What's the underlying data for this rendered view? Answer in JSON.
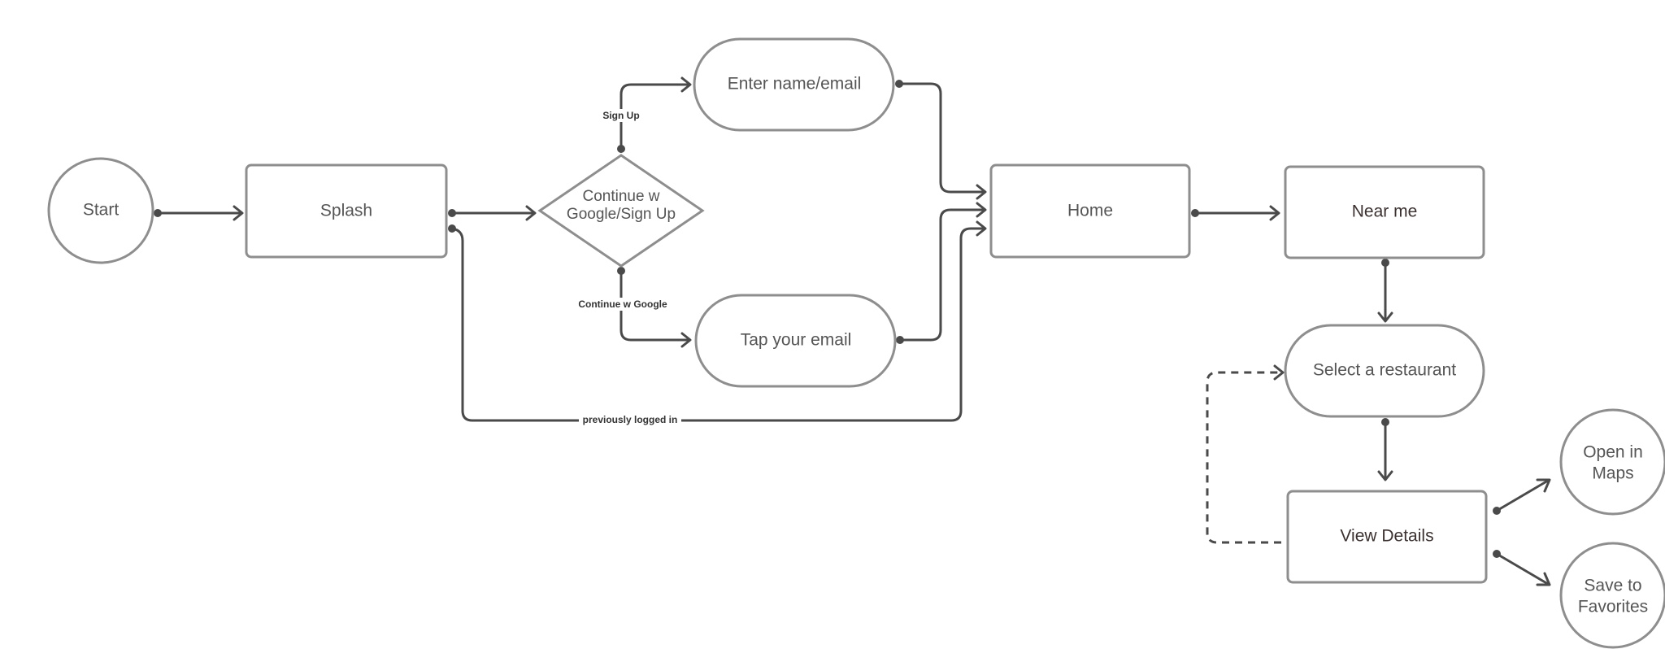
{
  "nodes": {
    "start": "Start",
    "splash": "Splash",
    "decision": [
      "Continue w",
      "Google/Sign Up"
    ],
    "enter_name": "Enter name/email",
    "tap_email": "Tap your email",
    "home": "Home",
    "near_me": "Near me",
    "select_restaurant": "Select a restaurant",
    "view_details": "View Details",
    "open_maps": [
      "Open in",
      "Maps"
    ],
    "save_favorites": [
      "Save to",
      "Favorites"
    ]
  },
  "edge_labels": {
    "sign_up": "Sign Up",
    "continue_google": "Continue w Google",
    "previously_logged_in": "previously logged in"
  },
  "colors": {
    "node_stroke": "#8e8e8e",
    "edge_stroke": "#4a4a4a",
    "text": "#555555"
  }
}
